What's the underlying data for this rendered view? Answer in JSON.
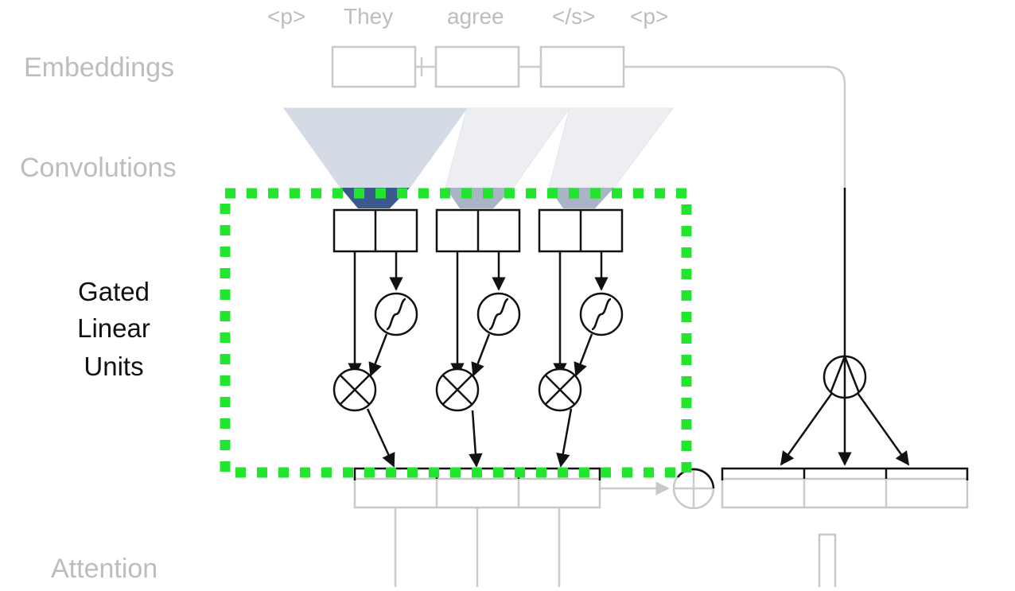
{
  "labels": {
    "embeddings": "Embeddings",
    "convolutions": "Convolutions",
    "glu_line1": "Gated",
    "glu_line2": "Linear",
    "glu_line3": "Units",
    "attention": "Attention"
  },
  "tokens": [
    "<p>",
    "They",
    "agree",
    "</s>",
    "<p>"
  ],
  "colors": {
    "highlight_dashed_box": "#22e62e",
    "conv_dark": "#3a5a8c",
    "conv_light": "#d4dbe5",
    "conv_mid": "#a9b5c7",
    "faded_text": "#bdbdbd",
    "active_stroke": "#111111"
  },
  "icons": {
    "gate": "sigmoid-icon",
    "multiply": "multiply-circle-icon",
    "add": "add-circle-icon",
    "split": "split-circle-icon"
  }
}
